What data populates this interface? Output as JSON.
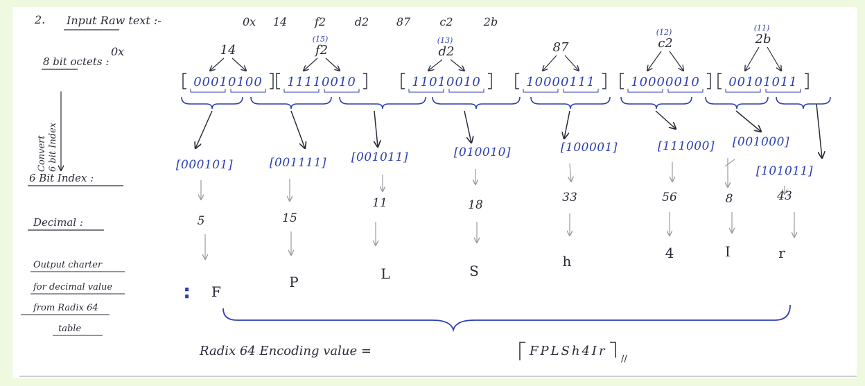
{
  "header": {
    "step_number": "2.",
    "title": "Input Raw text :-",
    "prefix": "0x",
    "hex_bytes": [
      "14",
      "f2",
      "d2",
      "87",
      "c2",
      "2b"
    ]
  },
  "labels": {
    "octets": "8 bit octets :",
    "convert": "Convert",
    "six_bit_index_side": "6 bit Index",
    "six_bit_index_row": "6 Bit Index :",
    "decimal_row": "Decimal :",
    "output_line1": "Output charter",
    "output_line2": "for decimal value",
    "output_line3": "from Radix 64",
    "output_line4": "table"
  },
  "octets_row": {
    "prefix": "0x",
    "items": [
      {
        "hex": "14",
        "dec_note": "",
        "binary": "00010100"
      },
      {
        "hex": "f2",
        "dec_note": "(15)",
        "binary": "11110010"
      },
      {
        "hex": "d2",
        "dec_note": "(13)",
        "binary": "11010010"
      },
      {
        "hex": "87",
        "dec_note": "",
        "binary": "10000111"
      },
      {
        "hex": "c2",
        "dec_note": "(12)",
        "binary": "10000010"
      },
      {
        "hex": "2b",
        "dec_note": "(11)",
        "binary": "00101011"
      }
    ]
  },
  "groups": [
    {
      "bits": "000101",
      "decimal": "5",
      "char": "F"
    },
    {
      "bits": "001111",
      "decimal": "15",
      "char": "P"
    },
    {
      "bits": "001011",
      "decimal": "11",
      "char": "L"
    },
    {
      "bits": "010010",
      "decimal": "18",
      "char": "S"
    },
    {
      "bits": "100001",
      "decimal": "33",
      "char": "h"
    },
    {
      "bits": "111000",
      "decimal": "56",
      "char": "4"
    },
    {
      "bits": "001000",
      "decimal": "8",
      "char": "I"
    },
    {
      "bits": "101011",
      "decimal": "43",
      "char": "r"
    }
  ],
  "result": {
    "label": "Radix 64 Encoding value =",
    "value": "FPLSh4Ir",
    "end_mark": "//"
  },
  "colors": {
    "background": "#eef9df",
    "paper": "#ffffff",
    "ink_dark": "#2b2b3a",
    "ink_blue": "#2c3fb0",
    "ink_grey": "#9a9aa2"
  }
}
